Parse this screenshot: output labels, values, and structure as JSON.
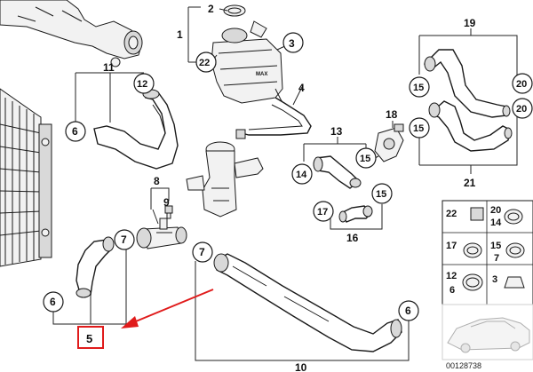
{
  "callouts": {
    "c1": "1",
    "c2": "2",
    "c3": "3",
    "c4": "4",
    "c5": "5",
    "c6a": "6",
    "c6b": "6",
    "c6c": "6",
    "c7a": "7",
    "c7b": "7",
    "c8": "8",
    "c9": "9",
    "c10": "10",
    "c11": "11",
    "c12": "12",
    "c13": "13",
    "c14": "14",
    "c15a": "15",
    "c15b": "15",
    "c15c": "15",
    "c15d": "15",
    "c16": "16",
    "c17": "17",
    "c18": "18",
    "c19": "19",
    "c20a": "20",
    "c20b": "20",
    "c21": "21",
    "c22": "22"
  },
  "legend": {
    "r1a": "22",
    "r1b": "20",
    "r1c": "14",
    "r2a": "17",
    "r2b": "15",
    "r2c": "7",
    "r3a": "12",
    "r3b": "6",
    "r3c": "3"
  },
  "tank_label": "MAX",
  "diagram_number": "00128738",
  "colors": {
    "highlight": "#e01b1b",
    "line": "#1a1a1a"
  }
}
